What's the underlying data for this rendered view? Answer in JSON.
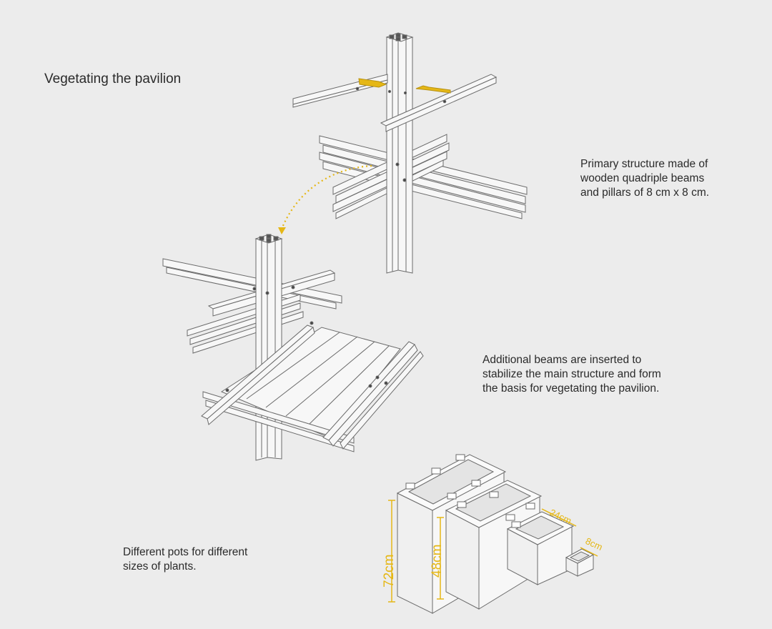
{
  "title": "Vegetating the pavilion",
  "notes": {
    "primary_structure": "Primary structure made of\nwooden quadriple beams\nand pillars of 8 cm x 8 cm.",
    "additional_beams": "Additional beams are inserted to\nstabilize the main structure and form\nthe basis for vegetating the pavilion.",
    "pots": "Different pots for different\nsizes of plants."
  },
  "dimensions": {
    "pot_large_height": "72cm",
    "pot_medium_height": "48cm",
    "pot_small_width": "24cm",
    "pot_tiny_width": "8cm"
  },
  "colors": {
    "background": "#ececec",
    "accent": "#e5b716",
    "line": "#6b6b6b"
  }
}
